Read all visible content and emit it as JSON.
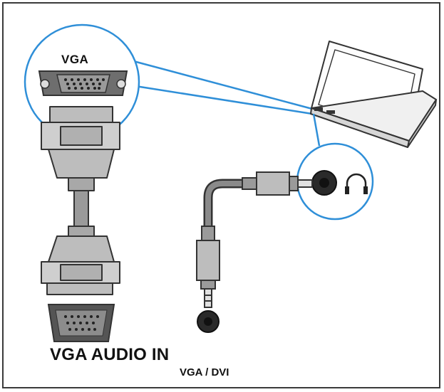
{
  "labels": {
    "vga_port": "VGA",
    "bottom_main": "VGA AUDIO IN",
    "bottom_sub": "VGA / DVI"
  },
  "icons": {
    "headphone": "headphone-icon"
  },
  "colors": {
    "callout_blue": "#2f8fd8",
    "cable_gray": "#8a8a8a",
    "connector_gray": "#b5b5b5",
    "dark": "#222222",
    "border": "#3a3a3a"
  }
}
